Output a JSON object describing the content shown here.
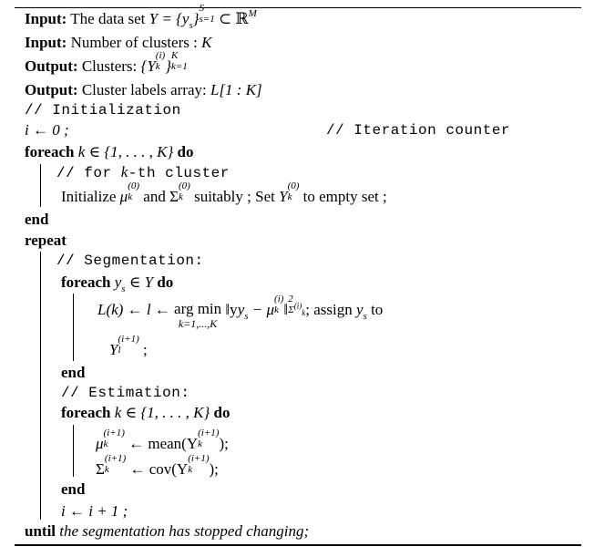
{
  "algorithm": {
    "input1_kw": "Input:",
    "input1_text": "The data set",
    "input1_math": "Y = {y",
    "input1_math_b": "}",
    "input1_math_c": "⊂ ℝ",
    "input1_sub": "s",
    "input1_sub2": "s=1",
    "input1_sup": "S",
    "input1_sup2": "M",
    "input2_kw": "Input:",
    "input2_text": "Number of clusters :",
    "input2_math": "K",
    "output1_kw": "Output:",
    "output1_text": "Clusters:",
    "output1_math_a": "{Y",
    "output1_math_b": "}",
    "output1_sub": "k",
    "output1_sup": "(i)",
    "output1_sub2": "k=1",
    "output1_sup2": "K",
    "output2_kw": "Output:",
    "output2_text": "Cluster labels array:",
    "output2_math": "L[1 : K]",
    "comment_init": "// Initialization",
    "init_stmt": "i ← 0 ;",
    "comment_iter": "// Iteration counter",
    "foreach1_kw": "foreach",
    "foreach1_cond": "k ∈ {1, . . . , K}",
    "do_kw": "do",
    "comment_kth": "// for",
    "comment_kth_math": "k",
    "comment_kth_rest": "-th cluster",
    "init_line_a": "Initialize",
    "init_line_b": "and",
    "init_line_c": "suitably ; Set",
    "init_line_d": "to empty set ;",
    "end_kw": "end",
    "repeat_kw": "repeat",
    "comment_seg": "// Segmentation:",
    "foreach2_cond": "y",
    "foreach2_cond_b": "∈ Y",
    "seg_stmt_a": "L(k) ← l ←",
    "argmin_top": "arg min",
    "argmin_under": "k=1,...,K",
    "seg_stmt_b": "‖y",
    "seg_stmt_c": "− μ",
    "seg_stmt_d": "‖",
    "seg_stmt_e": "; assign",
    "seg_stmt_f": "to",
    "seg_next_line": ";",
    "comment_est": "// Estimation:",
    "est_mean": "← mean(Y",
    "est_cov": "← cov(Y",
    "est_close": ");",
    "incr_stmt": "i ← i + 1 ;",
    "until_kw": "until",
    "until_text": "the segmentation has stopped changing;"
  }
}
